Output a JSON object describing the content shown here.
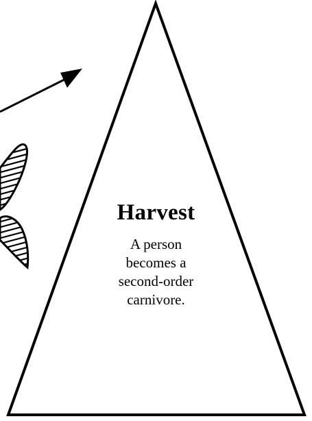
{
  "pyramid": {
    "title": "Harvest",
    "description_lines": [
      "A person",
      "becomes a",
      "second-order",
      "carnivore."
    ]
  },
  "colors": {
    "ink": "#000000",
    "background": "#ffffff"
  },
  "icons": {
    "arrow": "arrow-up-right-icon",
    "fish": "fish-tail-icon"
  }
}
